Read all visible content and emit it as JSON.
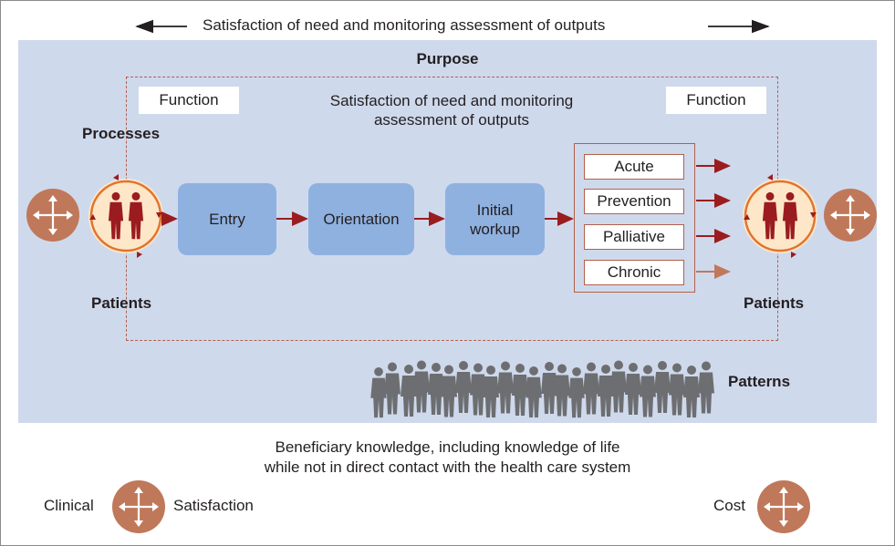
{
  "top_banner": "Satisfaction of need and monitoring assessment of outputs",
  "purpose_label": "Purpose",
  "function_left": "Function",
  "function_right": "Function",
  "center_text": [
    "Satisfaction of need and monitoring",
    "assessment of outputs"
  ],
  "processes_label": "Processes",
  "patients_left": "Patients",
  "patients_right": "Patients",
  "steps": [
    "Entry",
    "Orientation",
    "Initial workup"
  ],
  "step3_lines": [
    "Initial",
    "workup"
  ],
  "outputs": [
    "Acute",
    "Prevention",
    "Palliative",
    "Chronic"
  ],
  "patterns_label": "Patterns",
  "beneficiary_text": [
    "Beneficiary knowledge, including knowledge of life",
    "while not in direct contact with the health care system"
  ],
  "bottom_left_label": "Clinical",
  "bottom_mid_label": "Satisfaction",
  "bottom_right_label": "Cost",
  "colors": {
    "panel": "#cfd9ec",
    "process_box": "#8fb1e0",
    "arrow": "#9b1c1f",
    "compass": "#c0785a",
    "figure": "#a01f22",
    "crowd": "#6d6e71"
  },
  "icons": [
    "compass-icon",
    "patients-cycle-icon",
    "crowd-silhouette-icon"
  ]
}
